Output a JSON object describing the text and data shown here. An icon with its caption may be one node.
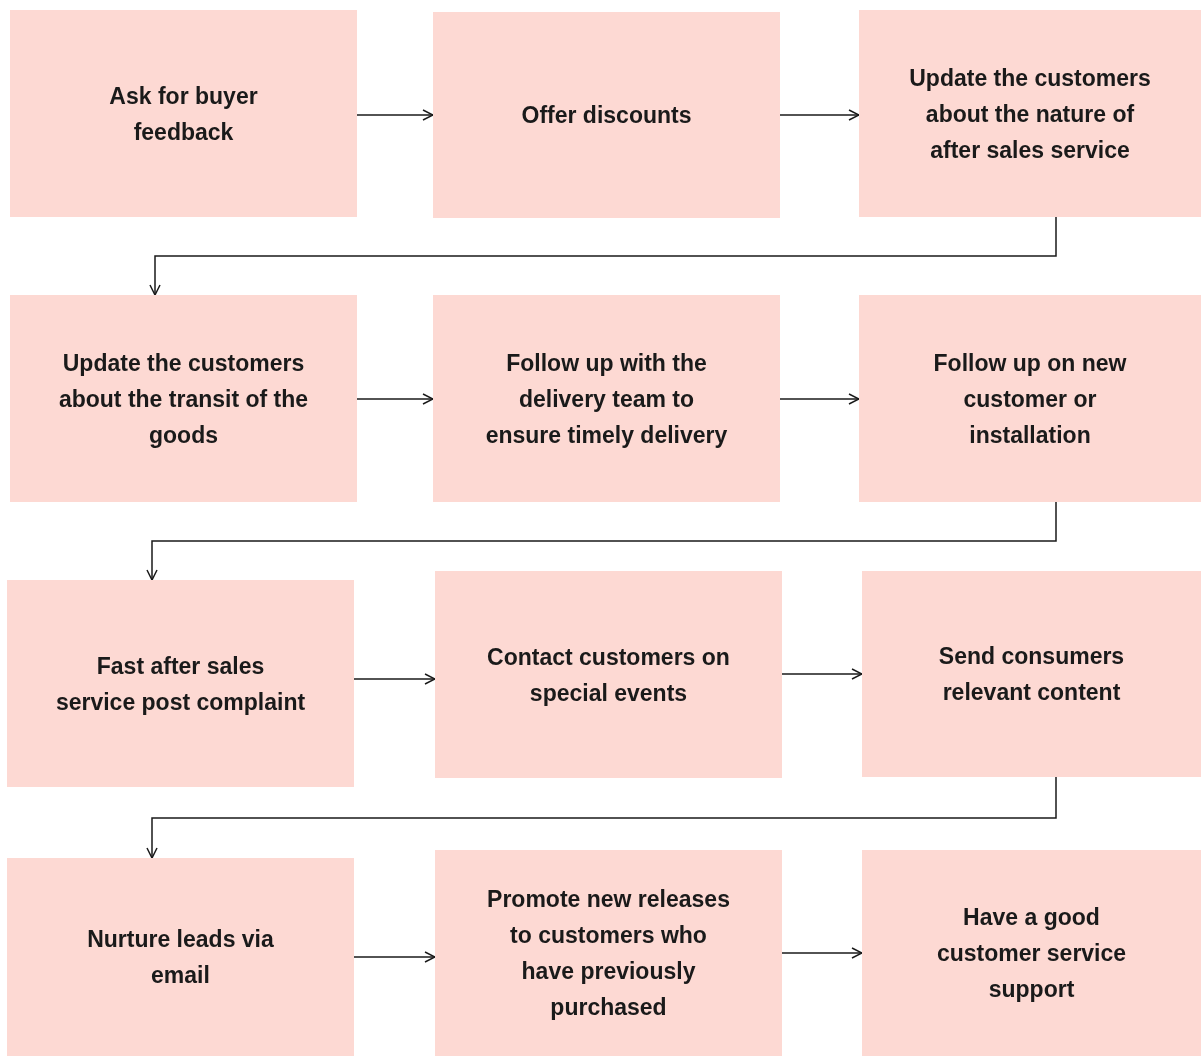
{
  "diagram": {
    "nodes": [
      {
        "text": [
          "Ask for buyer feedback"
        ]
      },
      {
        "text": [
          "Offer discounts"
        ]
      },
      {
        "text": [
          "Update the customers about the nature of after sales service"
        ]
      },
      {
        "text": [
          "Update the customers about the transit of the goods"
        ]
      },
      {
        "text": [
          "Follow up with the delivery team to ensure timely delivery"
        ]
      },
      {
        "text": [
          "Follow up on new customer or installation"
        ]
      },
      {
        "text": [
          "Fast after sales service post complaint"
        ]
      },
      {
        "text": [
          "Contact customers on special events"
        ]
      },
      {
        "text": [
          "Send consumers relevant content"
        ]
      },
      {
        "text": [
          "Nurture leads via email"
        ]
      },
      {
        "text": [
          "Promote new releases to customers who have previously purchased"
        ]
      },
      {
        "text": [
          "Have a good customer service support"
        ]
      }
    ],
    "edges": [
      {
        "from": 0,
        "to": 1,
        "arrow": "to"
      },
      {
        "from": 1,
        "to": 2,
        "arrow": "to"
      },
      {
        "from": 2,
        "to": 3,
        "arrow": "to"
      },
      {
        "from": 3,
        "to": 4,
        "arrow": "to"
      },
      {
        "from": 4,
        "to": 5,
        "arrow": "to"
      },
      {
        "from": 5,
        "to": 6,
        "arrow": "to"
      },
      {
        "from": 6,
        "to": 7,
        "arrow": "to"
      },
      {
        "from": 7,
        "to": 8,
        "arrow": "to"
      },
      {
        "from": 8,
        "to": 9,
        "arrow": "to"
      },
      {
        "from": 9,
        "to": 10,
        "arrow": "to"
      },
      {
        "from": 10,
        "to": 11,
        "arrow": "to"
      }
    ]
  }
}
